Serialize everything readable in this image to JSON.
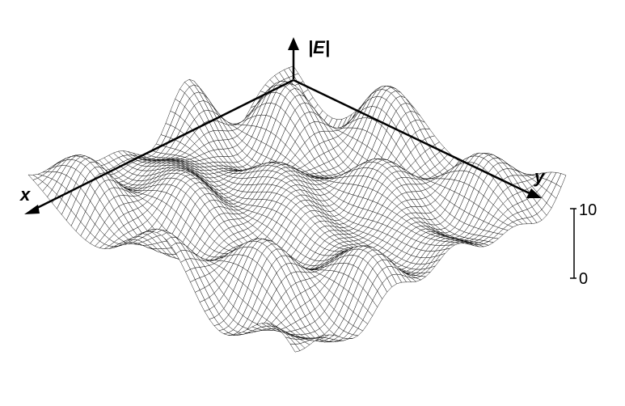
{
  "figure": {
    "axes": {
      "x_label": "x",
      "y_label": "y",
      "z_label": "|E|"
    },
    "scale_bar": {
      "min_label": "0",
      "max_label": "10"
    },
    "surface": {
      "style": "wireframe mesh",
      "line_color": "#000000",
      "fill_color": "#ffffff"
    }
  }
}
